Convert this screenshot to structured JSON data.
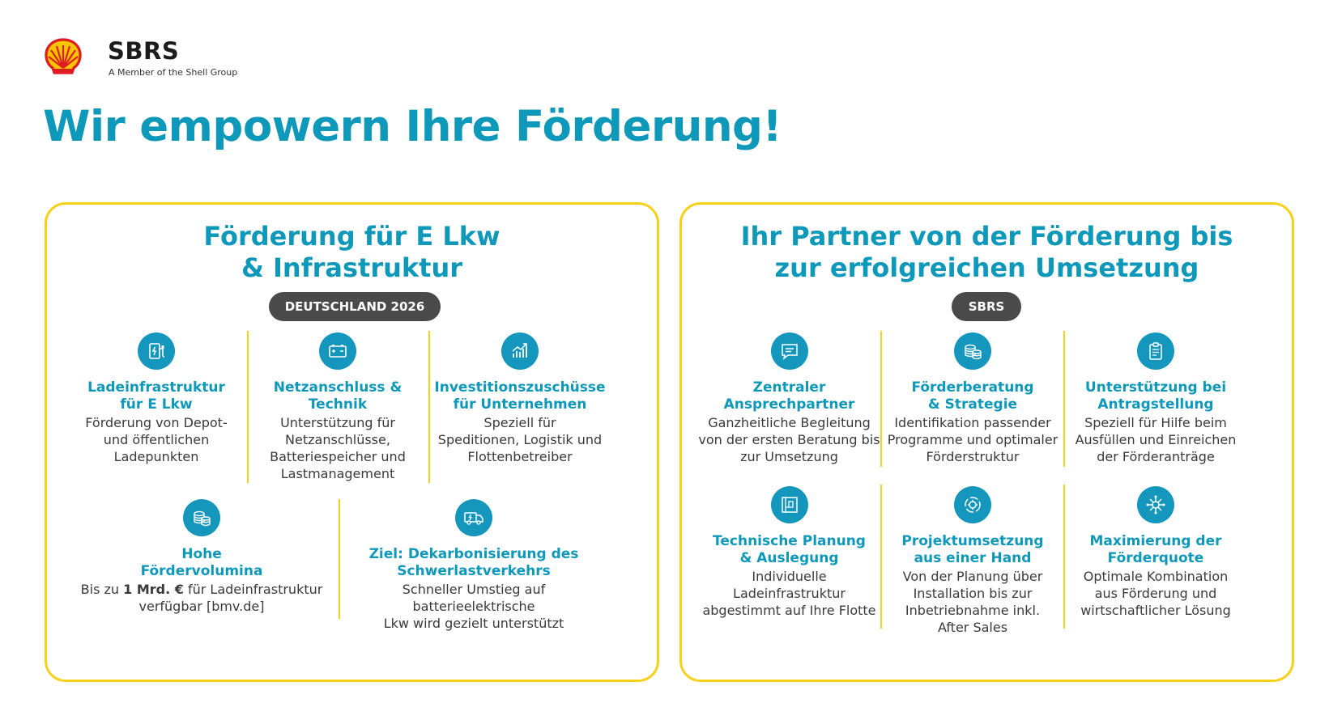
{
  "brand": {
    "name": "SBRS",
    "subtitle": "A Member of the Shell Group",
    "logo_icon": "shell-logo-icon"
  },
  "page_title": "Wir empowern Ihre Förderung!",
  "colors": {
    "accent": "#0e98ba",
    "border": "#f6d118",
    "icon_bg": "#1496bd",
    "pill_bg": "#4a4a4a"
  },
  "left_panel": {
    "title_line1": "Förderung für E Lkw",
    "title_line2": "& Infrastruktur",
    "badge": "DEUTSCHLAND 2026",
    "items": [
      {
        "icon": "charging-station-icon",
        "title1": "Ladeinfrastruktur",
        "title2": "für E Lkw",
        "desc1": "Förderung von Depot-",
        "desc2": "und öffentlichen",
        "desc3": "Ladepunkten"
      },
      {
        "icon": "battery-icon",
        "title1": "Netzanschluss &",
        "title2": "Technik",
        "desc1": "Unterstützung für",
        "desc2": "Netzanschlüsse,",
        "desc3": "Batteriespeicher und",
        "desc4": "Lastmanagement"
      },
      {
        "icon": "growth-chart-icon",
        "title1": "Investitionszuschüsse",
        "title2": "für Unternehmen",
        "desc1": "Speziell für",
        "desc2": "Speditionen, Logistik und",
        "desc3": "Flottenbetreiber"
      },
      {
        "icon": "coins-icon",
        "title1": "Hohe",
        "title2": "Fördervolumina",
        "desc1_pre": "Bis zu ",
        "desc1_bold": "1 Mrd. €",
        "desc1_post": " für Ladeinfrastruktur",
        "desc2": "verfügbar [bmv.de]"
      },
      {
        "icon": "electric-truck-icon",
        "title1": "Ziel: Dekarbonisierung des",
        "title2": "Schwerlastverkehrs",
        "desc1": "Schneller Umstieg auf batterieelektrische",
        "desc2": "Lkw wird gezielt unterstützt"
      }
    ]
  },
  "right_panel": {
    "title_line1": "Ihr Partner von der Förderung bis",
    "title_line2": "zur erfolgreichen Umsetzung",
    "badge": "SBRS",
    "items": [
      {
        "icon": "chat-bubble-icon",
        "title1": "Zentraler",
        "title2": "Ansprechpartner",
        "desc1": "Ganzheitliche Begleitung",
        "desc2": "von der ersten Beratung bis",
        "desc3": "zur Umsetzung"
      },
      {
        "icon": "coins-icon",
        "title1": "Förderberatung",
        "title2": "& Strategie",
        "desc1": "Identifikation passender",
        "desc2": "Programme und optimaler",
        "desc3": "Förderstruktur"
      },
      {
        "icon": "clipboard-icon",
        "title1": "Unterstützung bei",
        "title2": "Antragstellung",
        "desc1": "Speziell für Hilfe beim",
        "desc2": "Ausfüllen und Einreichen",
        "desc3": "der Förderanträge"
      },
      {
        "icon": "blueprint-icon",
        "title1": "Technische Planung",
        "title2": "& Auslegung",
        "desc1": "Individuelle",
        "desc2": "Ladeinfrastruktur",
        "desc3": "abgestimmt auf Ihre Flotte"
      },
      {
        "icon": "process-cycle-icon",
        "title1": "Projektumsetzung",
        "title2": "aus einer Hand",
        "desc1": "Von der Planung über",
        "desc2": "Installation bis zur",
        "desc3": "Inbetriebnahme inkl.",
        "desc4": "After Sales"
      },
      {
        "icon": "network-hub-icon",
        "title1": "Maximierung der",
        "title2": "Förderquote",
        "desc1": "Optimale Kombination",
        "desc2": "aus Förderung und",
        "desc3": "wirtschaftlicher Lösung"
      }
    ]
  }
}
